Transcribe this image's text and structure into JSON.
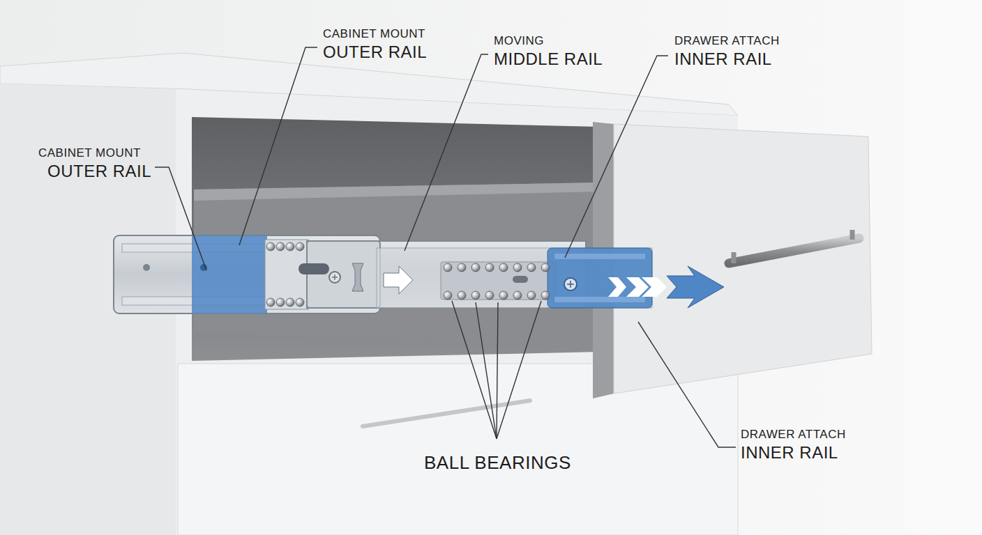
{
  "diagram": {
    "labels": [
      "CABINET MOUNT",
      "OUTER RAIL",
      "MOVING",
      "MIDDLE RAIL",
      "DRAWER ATTACH",
      "INNER RAIL",
      "CABINET MOUNT",
      "OUTER RAIL",
      "DRAWER ATTACH",
      "INNER RAIL",
      "BALL BEARINGS"
    ]
  }
}
